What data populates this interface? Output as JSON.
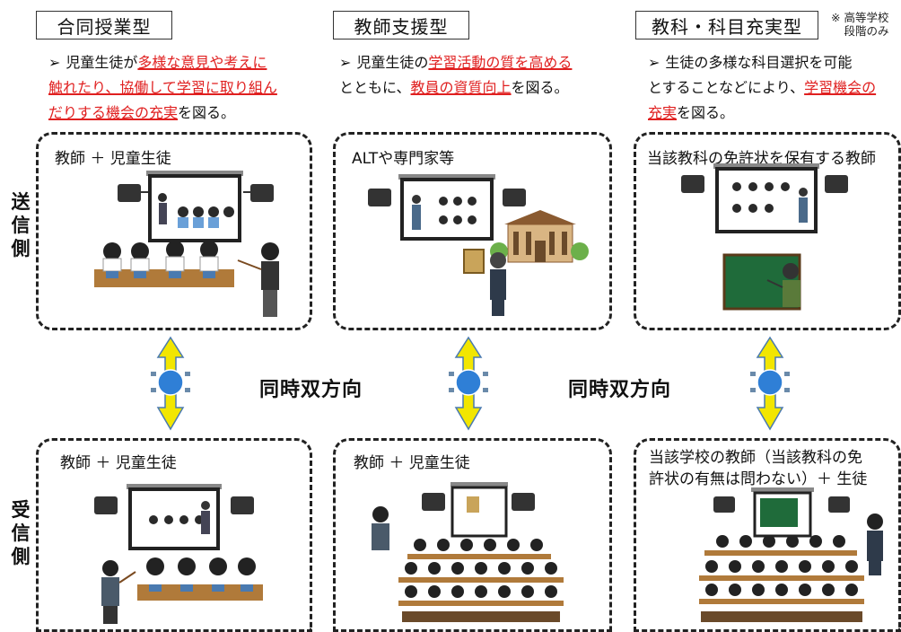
{
  "types": [
    {
      "title": "合同授業型",
      "desc_lines": [
        [
          {
            "t": "児童生徒が"
          },
          {
            "t": "多様な意見や考えに",
            "hl": true
          }
        ],
        [
          {
            "t": "触れたり、協働して学習に取り組ん",
            "hl": true
          }
        ],
        [
          {
            "t": "だりする機会の充実",
            "hl": true
          },
          {
            "t": "を図る。"
          }
        ]
      ]
    },
    {
      "title": "教師支援型",
      "desc_lines": [
        [
          {
            "t": "児童生徒の"
          },
          {
            "t": "学習活動の質を高める",
            "hl": true
          }
        ],
        [
          {
            "t": "とともに、"
          },
          {
            "t": "教員の資質向上",
            "hl": true
          },
          {
            "t": "を図る。"
          }
        ]
      ]
    },
    {
      "title": "教科・科目充実型",
      "desc_lines": [
        [
          {
            "t": "生徒の多様な科目選択を可能"
          }
        ],
        [
          {
            "t": "とすることなどにより、"
          },
          {
            "t": "学習機会の",
            "hl": true
          }
        ],
        [
          {
            "t": "充実",
            "hl": true
          },
          {
            "t": "を図る。"
          }
        ]
      ]
    }
  ],
  "note": [
    "※ 高等学校",
    "段階のみ"
  ],
  "side_labels": {
    "send": "送信側",
    "receive": "受信側"
  },
  "bidirectional_label": "同時双方向",
  "sender_panels": [
    "教師 ＋ 児童生徒",
    "ALTや専門家等",
    "当該教科の免許状を保有する教師"
  ],
  "receiver_panels": [
    [
      "教師 ＋ 児童生徒"
    ],
    [
      "教師 ＋ 児童生徒"
    ],
    [
      "当該学校の教師（当該教科の免",
      "許状の有無は問わない）＋ 生徒"
    ]
  ],
  "colors": {
    "highlight": "#e02020",
    "arrow_fill": "#f2e600",
    "arrow_stroke": "#4a7ab0",
    "globe": "#2f7fd6",
    "blackboard": "#1f6b3a"
  }
}
